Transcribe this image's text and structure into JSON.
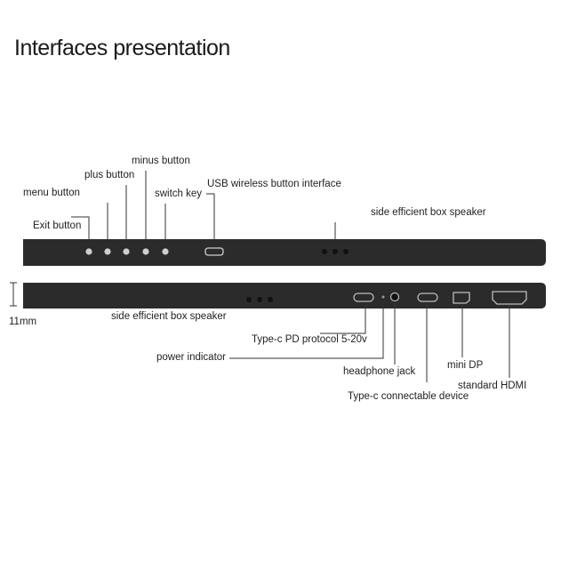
{
  "title": "Interfaces presentation",
  "labels": {
    "exit_button": "Exit button",
    "menu_button": "menu button",
    "plus_button": "plus button",
    "minus_button": "minus button",
    "switch_key": "switch key",
    "usb_wireless": "USB wireless button interface",
    "side_speaker_top": "side efficient box speaker",
    "side_speaker_bottom": "side efficient box speaker",
    "thickness": "11mm",
    "typec_pd": "Type-c PD protocol 5-20v",
    "power_indicator": "power indicator",
    "headphone_jack": "headphone jack",
    "mini_dp": "mini DP",
    "standard_hdmi": "standard HDMI",
    "typec_device": "Type-c connectable device"
  },
  "colors": {
    "device_body": "#2b2b2b",
    "leader_line": "#333333",
    "port": "#bdbdbd"
  }
}
